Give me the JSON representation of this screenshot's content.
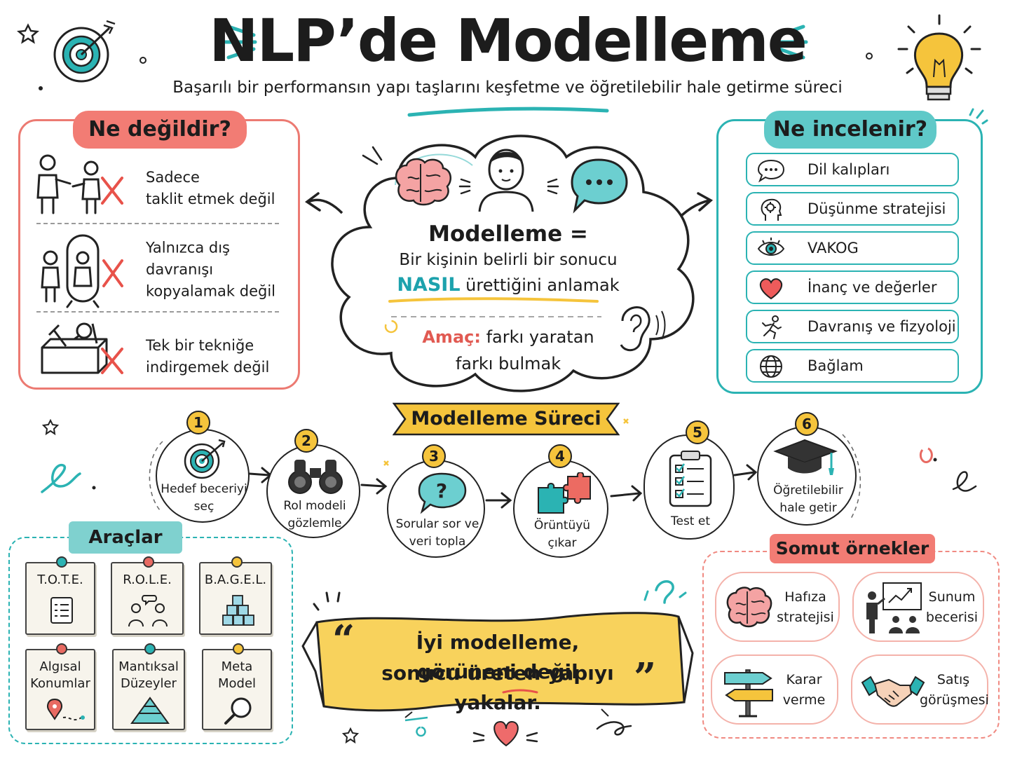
{
  "header": {
    "title": "NLP’de Modelleme",
    "subtitle": "Başarılı bir performansın yapı taşlarını keşfetme ve öğretilebilir hale getirme süreci"
  },
  "ne_degildir": {
    "title": "Ne değildir?",
    "items": [
      {
        "line1": "Sadece",
        "line2": "taklit etmek değil",
        "line3": ""
      },
      {
        "line1": "Yalnızca dış",
        "line2": "davranışı",
        "line3": "kopyalamak değil"
      },
      {
        "line1": "Tek bir tekniğe",
        "line2": "indirgemek değil",
        "line3": ""
      }
    ]
  },
  "center": {
    "heading": "Modelleme =",
    "line1": "Bir kişinin belirli bir sonucu",
    "nasil": "NASIL",
    "line2_rest": " ürettiğini anlamak",
    "amac_label": "Amaç:",
    "amac_rest": " farkı yaratan",
    "line4": "farkı bulmak"
  },
  "ne_incelenir": {
    "title": "Ne incelenir?",
    "items": [
      {
        "label": "Dil kalıpları",
        "icon": "speech-bubble-icon"
      },
      {
        "label": "Düşünme stratejisi",
        "icon": "head-gear-icon"
      },
      {
        "label": "VAKOG",
        "icon": "eye-icon"
      },
      {
        "label": "İnanç ve değerler",
        "icon": "heart-icon"
      },
      {
        "label": "Davranış ve fizyoloji",
        "icon": "running-person-icon"
      },
      {
        "label": "Bağlam",
        "icon": "globe-icon"
      }
    ]
  },
  "process": {
    "title": "Modelleme Süreci",
    "steps": [
      {
        "num": "1",
        "line1": "Hedef beceriyi",
        "line2": "seç",
        "icon": "target-icon"
      },
      {
        "num": "2",
        "line1": "Rol modeli",
        "line2": "gözlemle",
        "icon": "binoculars-icon"
      },
      {
        "num": "3",
        "line1": "Sorular sor ve",
        "line2": "veri topla",
        "icon": "question-bubble-icon"
      },
      {
        "num": "4",
        "line1": "Örüntüyü",
        "line2": "çıkar",
        "icon": "puzzle-icon"
      },
      {
        "num": "5",
        "line1": "Test et",
        "line2": "",
        "icon": "checklist-icon"
      },
      {
        "num": "6",
        "line1": "Öğretilebilir",
        "line2": "hale getir",
        "icon": "graduation-cap-icon"
      }
    ]
  },
  "tools": {
    "title": "Araçlar",
    "notes": [
      {
        "line1": "T.O.T.E.",
        "line2": "",
        "pin": "#2bb3b3"
      },
      {
        "line1": "R.O.L.E.",
        "line2": "",
        "pin": "#e86a62"
      },
      {
        "line1": "B.A.G.E.L.",
        "line2": "",
        "pin": "#f5c43c"
      },
      {
        "line1": "Algısal",
        "line2": "Konumlar",
        "pin": "#e86a62"
      },
      {
        "line1": "Mantıksal",
        "line2": "Düzeyler",
        "pin": "#2bb3b3"
      },
      {
        "line1": "Meta",
        "line2": "Model",
        "pin": "#f5c43c"
      }
    ]
  },
  "examples": {
    "title": "Somut örnekler",
    "items": [
      {
        "line1": "Hafıza",
        "line2": "stratejisi"
      },
      {
        "line1": "Sunum",
        "line2": "becerisi"
      },
      {
        "line1": "Karar",
        "line2": "verme"
      },
      {
        "line1": "Satış",
        "line2": "görüşmesi"
      }
    ]
  },
  "quote": {
    "line1": "İyi modelleme, görüneni değil",
    "line2": "sonucu üreten yapıyı yakalar."
  },
  "colors": {
    "coral": "#f27c74",
    "teal": "#2bb3b3",
    "yellow": "#f5c43c",
    "ink": "#1c1c1c"
  }
}
